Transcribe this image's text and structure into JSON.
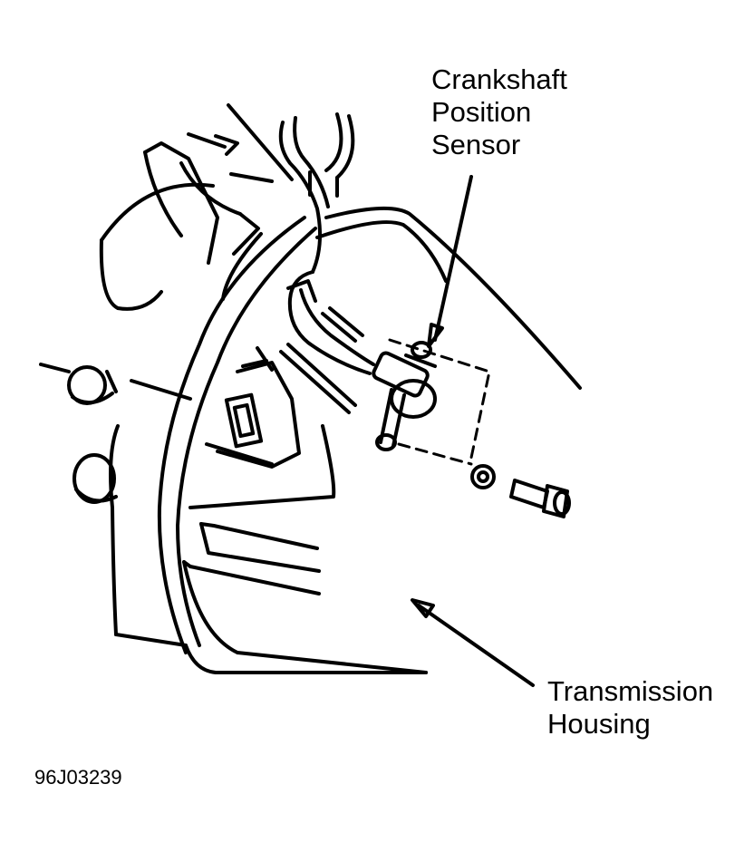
{
  "diagram": {
    "labels": {
      "crankshaft_sensor": [
        "Crankshaft",
        "Position",
        "Sensor"
      ],
      "transmission_housing": [
        "Transmission",
        "Housing"
      ]
    },
    "figure_id": "96J03239",
    "colors": {
      "ink": "#000000",
      "background": "#ffffff"
    }
  }
}
